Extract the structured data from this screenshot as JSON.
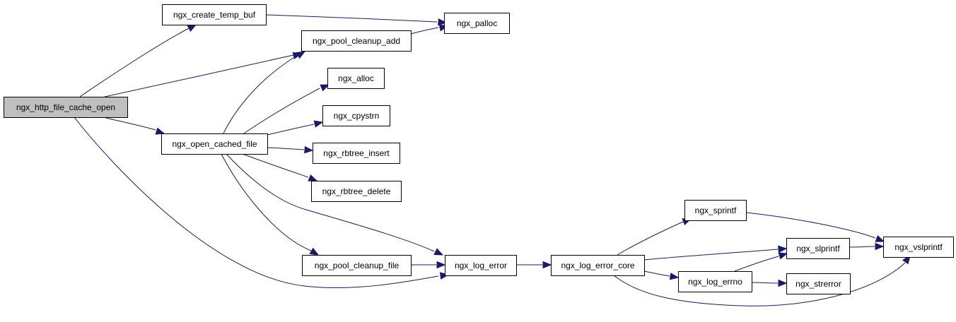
{
  "diagram": {
    "colors": {
      "root_fill": "#bfbfbf",
      "node_fill": "#ffffff",
      "border": "#000000",
      "edge": "#191970"
    },
    "nodes": [
      {
        "id": "ngx_http_file_cache_open",
        "label": "ngx_http_file_cache_open",
        "root": true
      },
      {
        "id": "ngx_create_temp_buf",
        "label": "ngx_create_temp_buf"
      },
      {
        "id": "ngx_pool_cleanup_add",
        "label": "ngx_pool_cleanup_add"
      },
      {
        "id": "ngx_open_cached_file",
        "label": "ngx_open_cached_file"
      },
      {
        "id": "ngx_log_error",
        "label": "ngx_log_error"
      },
      {
        "id": "ngx_palloc",
        "label": "ngx_palloc"
      },
      {
        "id": "ngx_alloc",
        "label": "ngx_alloc"
      },
      {
        "id": "ngx_cpystrn",
        "label": "ngx_cpystrn"
      },
      {
        "id": "ngx_rbtree_insert",
        "label": "ngx_rbtree_insert"
      },
      {
        "id": "ngx_rbtree_delete",
        "label": "ngx_rbtree_delete"
      },
      {
        "id": "ngx_pool_cleanup_file",
        "label": "ngx_pool_cleanup_file"
      },
      {
        "id": "ngx_log_error_core",
        "label": "ngx_log_error_core"
      },
      {
        "id": "ngx_sprintf",
        "label": "ngx_sprintf"
      },
      {
        "id": "ngx_slprintf",
        "label": "ngx_slprintf"
      },
      {
        "id": "ngx_log_errno",
        "label": "ngx_log_errno"
      },
      {
        "id": "ngx_strerror",
        "label": "ngx_strerror"
      },
      {
        "id": "ngx_vslprintf",
        "label": "ngx_vslprintf"
      }
    ],
    "edges": [
      {
        "from": "ngx_http_file_cache_open",
        "to": "ngx_create_temp_buf"
      },
      {
        "from": "ngx_http_file_cache_open",
        "to": "ngx_pool_cleanup_add"
      },
      {
        "from": "ngx_http_file_cache_open",
        "to": "ngx_open_cached_file"
      },
      {
        "from": "ngx_http_file_cache_open",
        "to": "ngx_log_error"
      },
      {
        "from": "ngx_create_temp_buf",
        "to": "ngx_palloc"
      },
      {
        "from": "ngx_pool_cleanup_add",
        "to": "ngx_palloc"
      },
      {
        "from": "ngx_open_cached_file",
        "to": "ngx_pool_cleanup_add"
      },
      {
        "from": "ngx_open_cached_file",
        "to": "ngx_alloc"
      },
      {
        "from": "ngx_open_cached_file",
        "to": "ngx_cpystrn"
      },
      {
        "from": "ngx_open_cached_file",
        "to": "ngx_rbtree_insert"
      },
      {
        "from": "ngx_open_cached_file",
        "to": "ngx_rbtree_delete"
      },
      {
        "from": "ngx_open_cached_file",
        "to": "ngx_log_error"
      },
      {
        "from": "ngx_open_cached_file",
        "to": "ngx_pool_cleanup_file"
      },
      {
        "from": "ngx_pool_cleanup_file",
        "to": "ngx_log_error"
      },
      {
        "from": "ngx_log_error",
        "to": "ngx_log_error_core"
      },
      {
        "from": "ngx_log_error_core",
        "to": "ngx_sprintf"
      },
      {
        "from": "ngx_log_error_core",
        "to": "ngx_slprintf"
      },
      {
        "from": "ngx_log_error_core",
        "to": "ngx_log_errno"
      },
      {
        "from": "ngx_log_error_core",
        "to": "ngx_vslprintf"
      },
      {
        "from": "ngx_sprintf",
        "to": "ngx_vslprintf"
      },
      {
        "from": "ngx_slprintf",
        "to": "ngx_vslprintf"
      },
      {
        "from": "ngx_log_errno",
        "to": "ngx_slprintf"
      },
      {
        "from": "ngx_log_errno",
        "to": "ngx_strerror"
      }
    ]
  }
}
